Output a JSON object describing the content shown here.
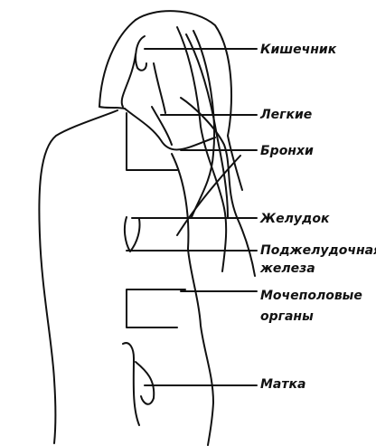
{
  "labels": {
    "intestine": "Кишечник",
    "lungs": "Легкие",
    "bronchi": "Бронхи",
    "stomach": "Желудок",
    "pancreas_line1": "Поджелудочная",
    "pancreas_line2": "железа",
    "urogenital_line1": "Мочеполовые",
    "urogenital_line2": "органы",
    "uterus": "Матка"
  },
  "colors": {
    "ink": "#111111",
    "background": "#ffffff"
  }
}
